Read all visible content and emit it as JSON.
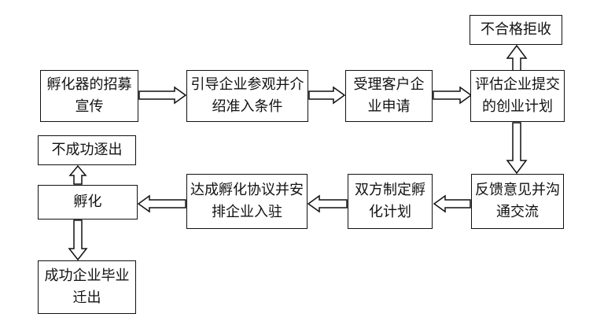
{
  "nodes": {
    "recruit": "孵化器的招募宣传",
    "guide": "引导企业参观并介绍准入条件",
    "accept": "受理客户企业申请",
    "evaluate": "评估企业提交的创业计划",
    "reject": "不合格拒收",
    "feedback": "反馈意见并沟通交流",
    "plan": "双方制定孵化计划",
    "agreement": "达成孵化协议并安排企业入驻",
    "incubate": "孵化",
    "fail_exit": "不成功逐出",
    "graduate": "成功企业毕业迁出"
  },
  "colors": {
    "line": "#111111",
    "background": "#ffffff"
  }
}
